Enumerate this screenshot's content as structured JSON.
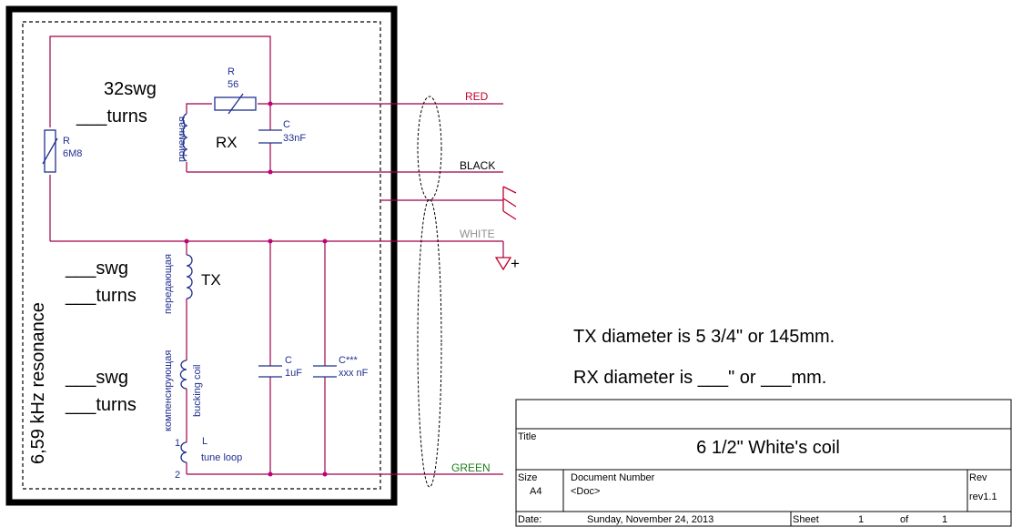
{
  "annotations": {
    "rx_turns_swg": "32swg",
    "rx_turns_blank": "___turns",
    "tx_swg_blank": "___swg",
    "tx_turns_blank": "___turns",
    "bucking_swg_blank": "___swg",
    "bucking_turns_blank": "___turns",
    "resonance": "6,59 kHz resonance",
    "tx_diameter": "TX diameter is  5 3/4\" or 145mm.",
    "rx_diameter": "RX diameter is  ___\" or ___mm."
  },
  "components": {
    "r_6m8": {
      "ref": "R",
      "value": "6M8"
    },
    "r_56": {
      "ref": "R",
      "value": "56"
    },
    "c_33nf": {
      "ref": "C",
      "value": "33nF"
    },
    "rx_coil": {
      "label": "RX",
      "russian": "приемная"
    },
    "tx_coil": {
      "label": "TX",
      "russian": "передающая"
    },
    "bucking_coil": {
      "label": "bucking coil",
      "russian": "компенсирующая"
    },
    "tune_loop": {
      "ref": "L",
      "label": "tune loop",
      "pin1": "1",
      "pin2": "2"
    },
    "c_1uf": {
      "ref": "C",
      "value": "1uF"
    },
    "c_xxx": {
      "ref": "C***",
      "value": "xxx nF"
    }
  },
  "cable": {
    "red": "RED",
    "black": "BLACK",
    "white": "WHITE",
    "green": "GREEN",
    "plus": "+"
  },
  "colors": {
    "red": "#c0002a",
    "black": "#000000",
    "white": "#909090",
    "green": "#1a7f1a",
    "wire": "#a0004a",
    "component": "#1f2f8f"
  },
  "title_block": {
    "title_label": "Title",
    "title": "6 1/2\" White's coil",
    "size_label": "Size",
    "size": "A4",
    "docnum_label": "Document Number",
    "docnum": "<Doc>",
    "rev_label": "Rev",
    "rev": "rev1.1",
    "date_label": "Date:",
    "date": "Sunday, November 24, 2013",
    "sheet_label": "Sheet",
    "sheet": "1",
    "of_label": "of",
    "of": "1"
  }
}
